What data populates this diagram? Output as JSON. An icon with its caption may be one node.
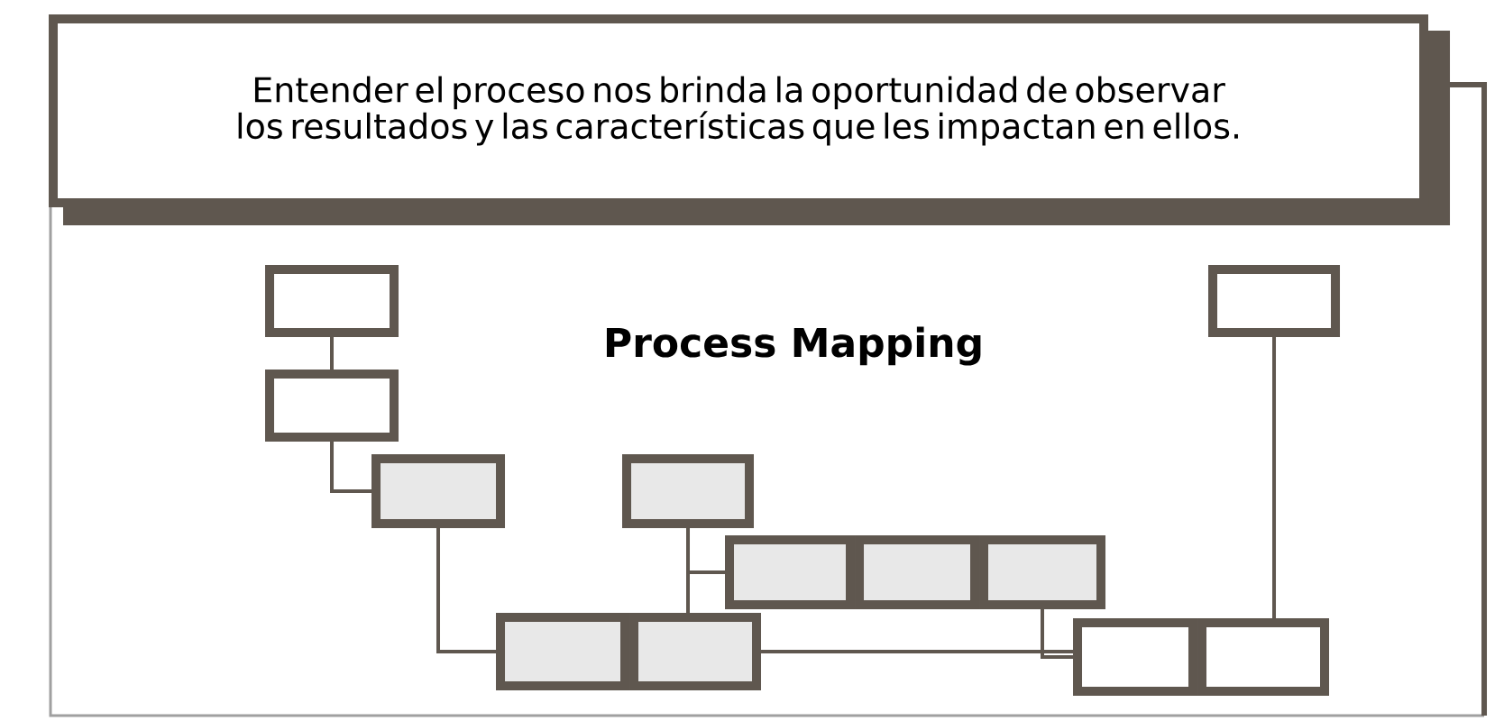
{
  "diagram": {
    "title": "Process Mapping",
    "nodes": [
      {
        "text": [
          "Entender el proceso nos brinda la oportunidad de observar los resultados y las características que les impactan en ellos."
        ]
      },
      {
        "text": [],
        "shape": "box"
      },
      {
        "text": [],
        "shape": "box"
      },
      {
        "text": [],
        "shape": "box"
      },
      {
        "text": [],
        "shape": "box"
      },
      {
        "text": [],
        "shape": "box"
      },
      {
        "text": [],
        "shape": "box"
      },
      {
        "text": [],
        "shape": "box"
      },
      {
        "text": [],
        "shape": "box"
      },
      {
        "text": [],
        "shape": "box"
      },
      {
        "text": [],
        "shape": "box"
      },
      {
        "text": [],
        "shape": "box"
      },
      {
        "text": [],
        "shape": "box"
      }
    ],
    "edges": [
      {
        "from": 1,
        "to": 3,
        "arrow": "none"
      },
      {
        "from": 3,
        "to": 4,
        "arrow": "none"
      },
      {
        "from": 4,
        "to": 9,
        "arrow": "none"
      },
      {
        "from": 5,
        "to": 10,
        "arrow": "none"
      },
      {
        "from": 5,
        "to": 6,
        "arrow": "none"
      },
      {
        "from": 10,
        "to": 11,
        "arrow": "none"
      },
      {
        "from": 8,
        "to": 11,
        "arrow": "none"
      },
      {
        "from": 2,
        "to": 12,
        "arrow": "none"
      }
    ]
  }
}
